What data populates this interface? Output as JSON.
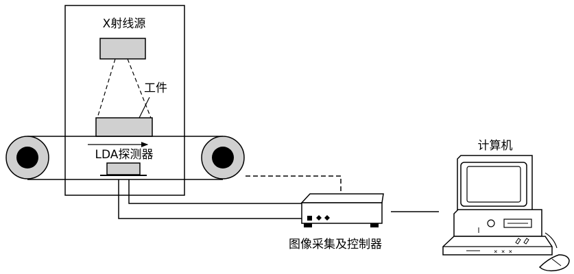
{
  "labels": {
    "xray_source": "X射线源",
    "workpiece": "工件",
    "lda_detector": "LDA探测器",
    "computer": "计算机",
    "controller": "图像采集及控制器"
  },
  "colors": {
    "stroke": "#000000",
    "fill_gray": "#d0d0d0",
    "background": "#ffffff"
  }
}
